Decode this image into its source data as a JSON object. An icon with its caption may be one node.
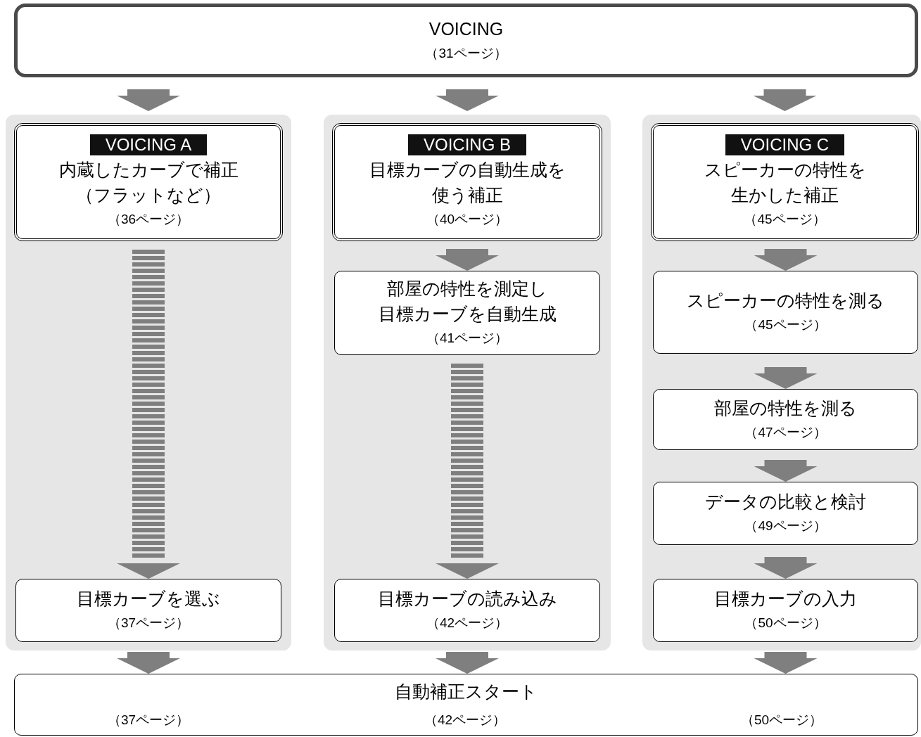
{
  "diagram": {
    "nodes": [
      {
        "text": [
          "VOICING",
          "（31ページ）"
        ]
      },
      {
        "text": [],
        "shape": "box"
      },
      {
        "text": [
          "VOICING A",
          "内蔵したカーブで補正（フラットなど）",
          "（36ページ）"
        ],
        "in": 1
      },
      {
        "text": [
          "目標カーブを選ぶ",
          "（37ページ）"
        ],
        "in": 1
      },
      {
        "text": [],
        "shape": "box"
      },
      {
        "text": [
          "VOICING B",
          "目標カーブの自動生成を使う補正",
          "（40ページ）"
        ],
        "in": 4
      },
      {
        "text": [
          "部屋の特性を測定し目標カーブを自動生成",
          "（41ページ）"
        ],
        "in": 4
      },
      {
        "text": [
          "目標カーブの読み込み",
          "（42ページ）"
        ],
        "in": 4
      },
      {
        "text": [],
        "shape": "box"
      },
      {
        "text": [
          "VOICING C",
          "スピーカーの特性を生かした補正",
          "（45ページ）"
        ],
        "in": 8
      },
      {
        "text": [
          "スピーカーの特性を測る",
          "（45ページ）"
        ],
        "in": 8
      },
      {
        "text": [
          "部屋の特性を測る",
          "（47ページ）"
        ],
        "in": 8
      },
      {
        "text": [
          "データの比較と検討",
          "（49ページ）"
        ],
        "in": 8
      },
      {
        "text": [
          "目標カーブの入力",
          "（50ページ）"
        ],
        "in": 8
      },
      {
        "text": [
          "自動補正スタート",
          "（37ページ）",
          "（42ページ）",
          "（50ページ）"
        ]
      }
    ],
    "edges": [
      {
        "from": 0,
        "to": 2,
        "arrow": "to"
      },
      {
        "from": 0,
        "to": 5,
        "arrow": "to"
      },
      {
        "from": 0,
        "to": 9,
        "arrow": "to"
      },
      {
        "from": 2,
        "to": 3,
        "arrow": "to",
        "style": "dashed"
      },
      {
        "from": 5,
        "to": 6,
        "arrow": "to"
      },
      {
        "from": 6,
        "to": 7,
        "arrow": "to",
        "style": "dashed"
      },
      {
        "from": 9,
        "to": 10,
        "arrow": "to"
      },
      {
        "from": 10,
        "to": 11,
        "arrow": "to"
      },
      {
        "from": 11,
        "to": 12,
        "arrow": "to"
      },
      {
        "from": 12,
        "to": 13,
        "arrow": "to"
      },
      {
        "from": 3,
        "to": 14,
        "arrow": "to"
      },
      {
        "from": 7,
        "to": 14,
        "arrow": "to"
      },
      {
        "from": 13,
        "to": 14,
        "arrow": "to"
      }
    ]
  }
}
